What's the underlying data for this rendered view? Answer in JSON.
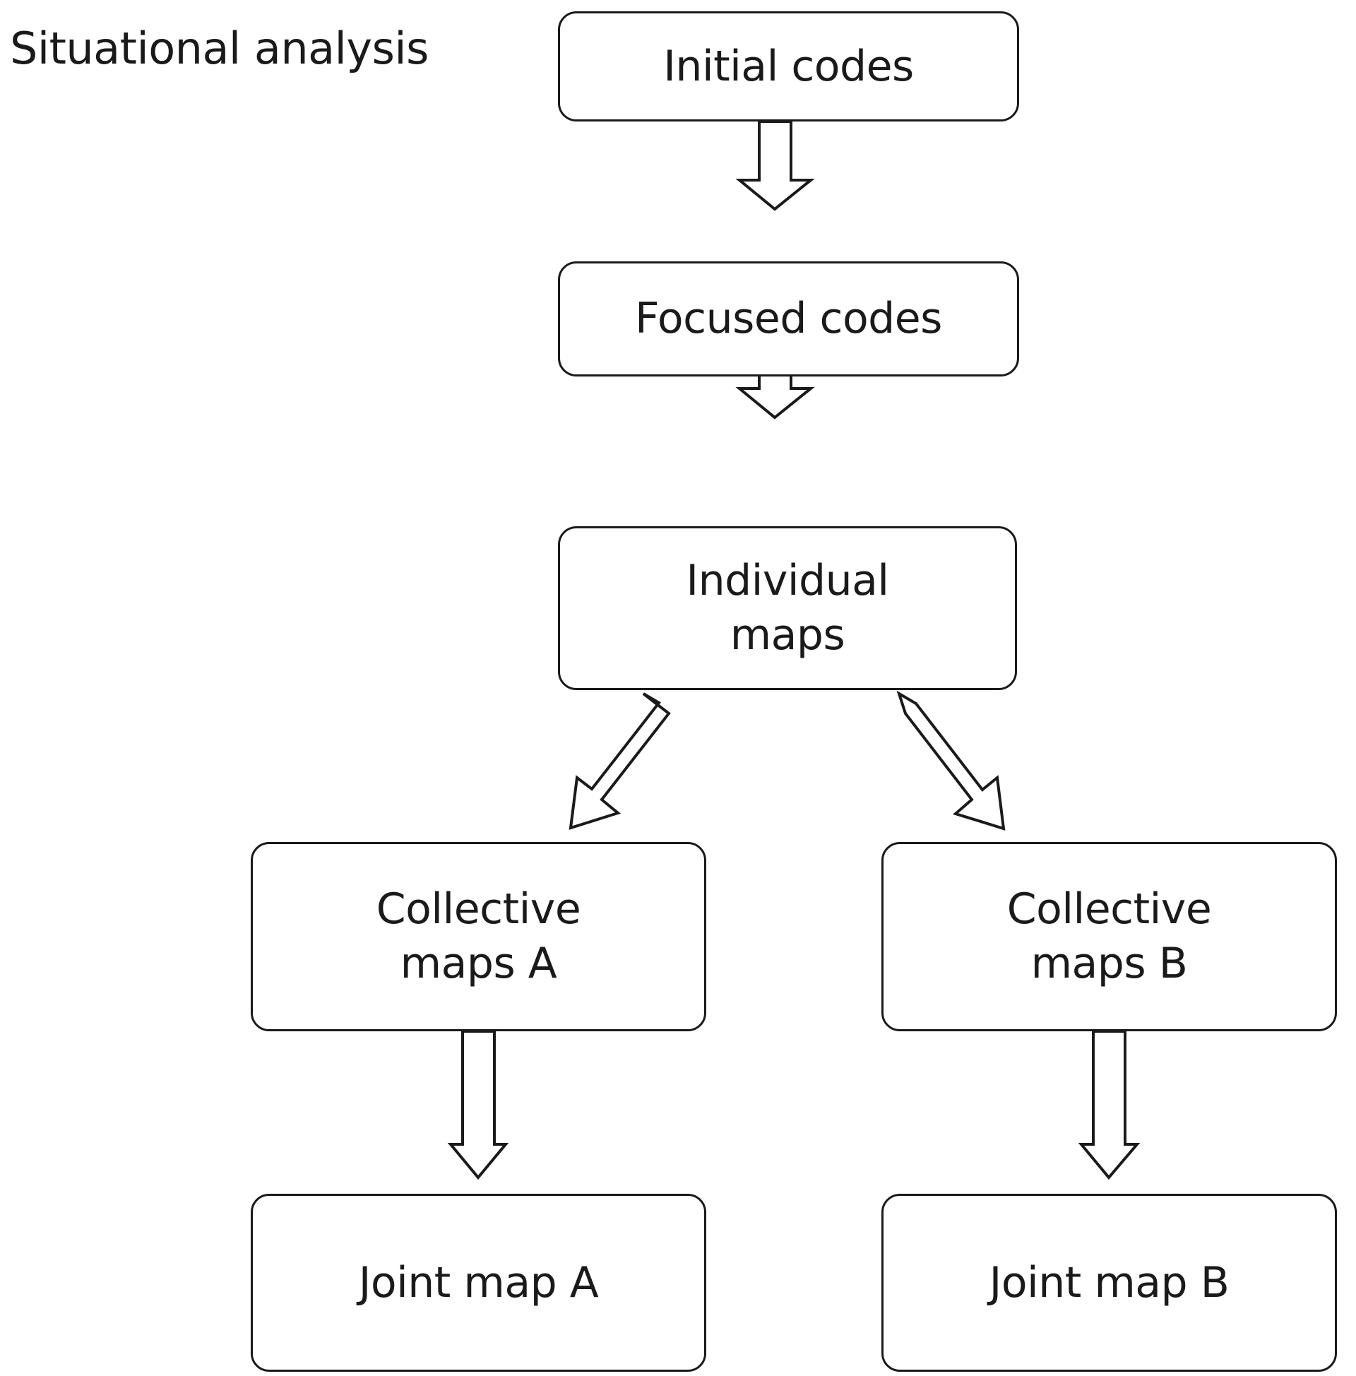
{
  "diagram": {
    "title": "Situational analysis",
    "background_color": "#ffffff",
    "line_color": "#1a1a1a",
    "node_fill": "#ffffff",
    "nodes": [
      {
        "id": "initial-codes",
        "label": "Initial codes"
      },
      {
        "id": "focused-codes",
        "label": "Focused codes"
      },
      {
        "id": "individual-maps",
        "label": "Individual\nmaps"
      },
      {
        "id": "collective-maps-a",
        "label": "Collective\nmaps A"
      },
      {
        "id": "collective-maps-b",
        "label": "Collective\nmaps B"
      },
      {
        "id": "joint-map-a",
        "label": "Joint map A"
      },
      {
        "id": "joint-map-b",
        "label": "Joint map B"
      }
    ],
    "edges": [
      {
        "id": "edge-initial-to-focused",
        "from": "initial-codes",
        "to": "focused-codes",
        "direction": "down"
      },
      {
        "id": "edge-focused-to-individual",
        "from": "focused-codes",
        "to": "individual-maps",
        "direction": "down"
      },
      {
        "id": "edge-individual-to-collective-a",
        "from": "individual-maps",
        "to": "collective-maps-a",
        "direction": "down-left"
      },
      {
        "id": "edge-individual-to-collective-b",
        "from": "individual-maps",
        "to": "collective-maps-b",
        "direction": "down-right"
      },
      {
        "id": "edge-collective-a-to-joint-a",
        "from": "collective-maps-a",
        "to": "joint-map-a",
        "direction": "down"
      },
      {
        "id": "edge-collective-b-to-joint-b",
        "from": "collective-maps-b",
        "to": "joint-map-b",
        "direction": "down"
      }
    ]
  }
}
